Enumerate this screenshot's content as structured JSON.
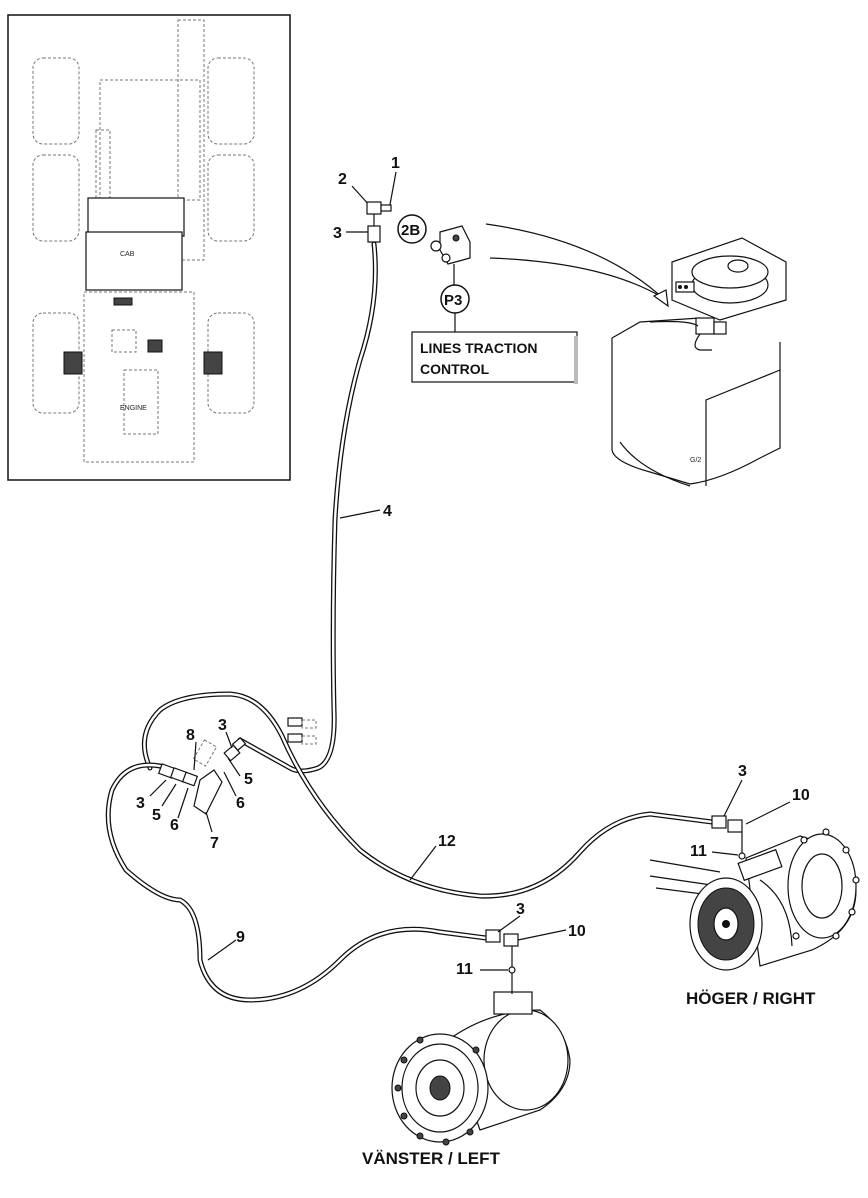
{
  "overview": {
    "cab_label": "CAB",
    "engine_label": "ENGINE"
  },
  "callouts": {
    "c1": "1",
    "c2": "2",
    "c3_top": "3",
    "c4": "4",
    "c3_mid": "3",
    "c8": "8",
    "c5_right": "5",
    "c6_right": "6",
    "c3_left": "3",
    "c5_left": "5",
    "c6_left": "6",
    "c7": "7",
    "c12": "12",
    "c9": "9",
    "c3_right_motor": "3",
    "c10_right": "10",
    "c11_right": "11",
    "c3_left_motor": "3",
    "c10_left": "10",
    "c11_left": "11"
  },
  "refs": {
    "ref_2b": "2B",
    "ref_p3": "P3"
  },
  "note": {
    "line1": "LINES TRACTION",
    "line2": "CONTROL"
  },
  "captions": {
    "right": "HÖGER / RIGHT",
    "left": "VÄNSTER / LEFT"
  }
}
